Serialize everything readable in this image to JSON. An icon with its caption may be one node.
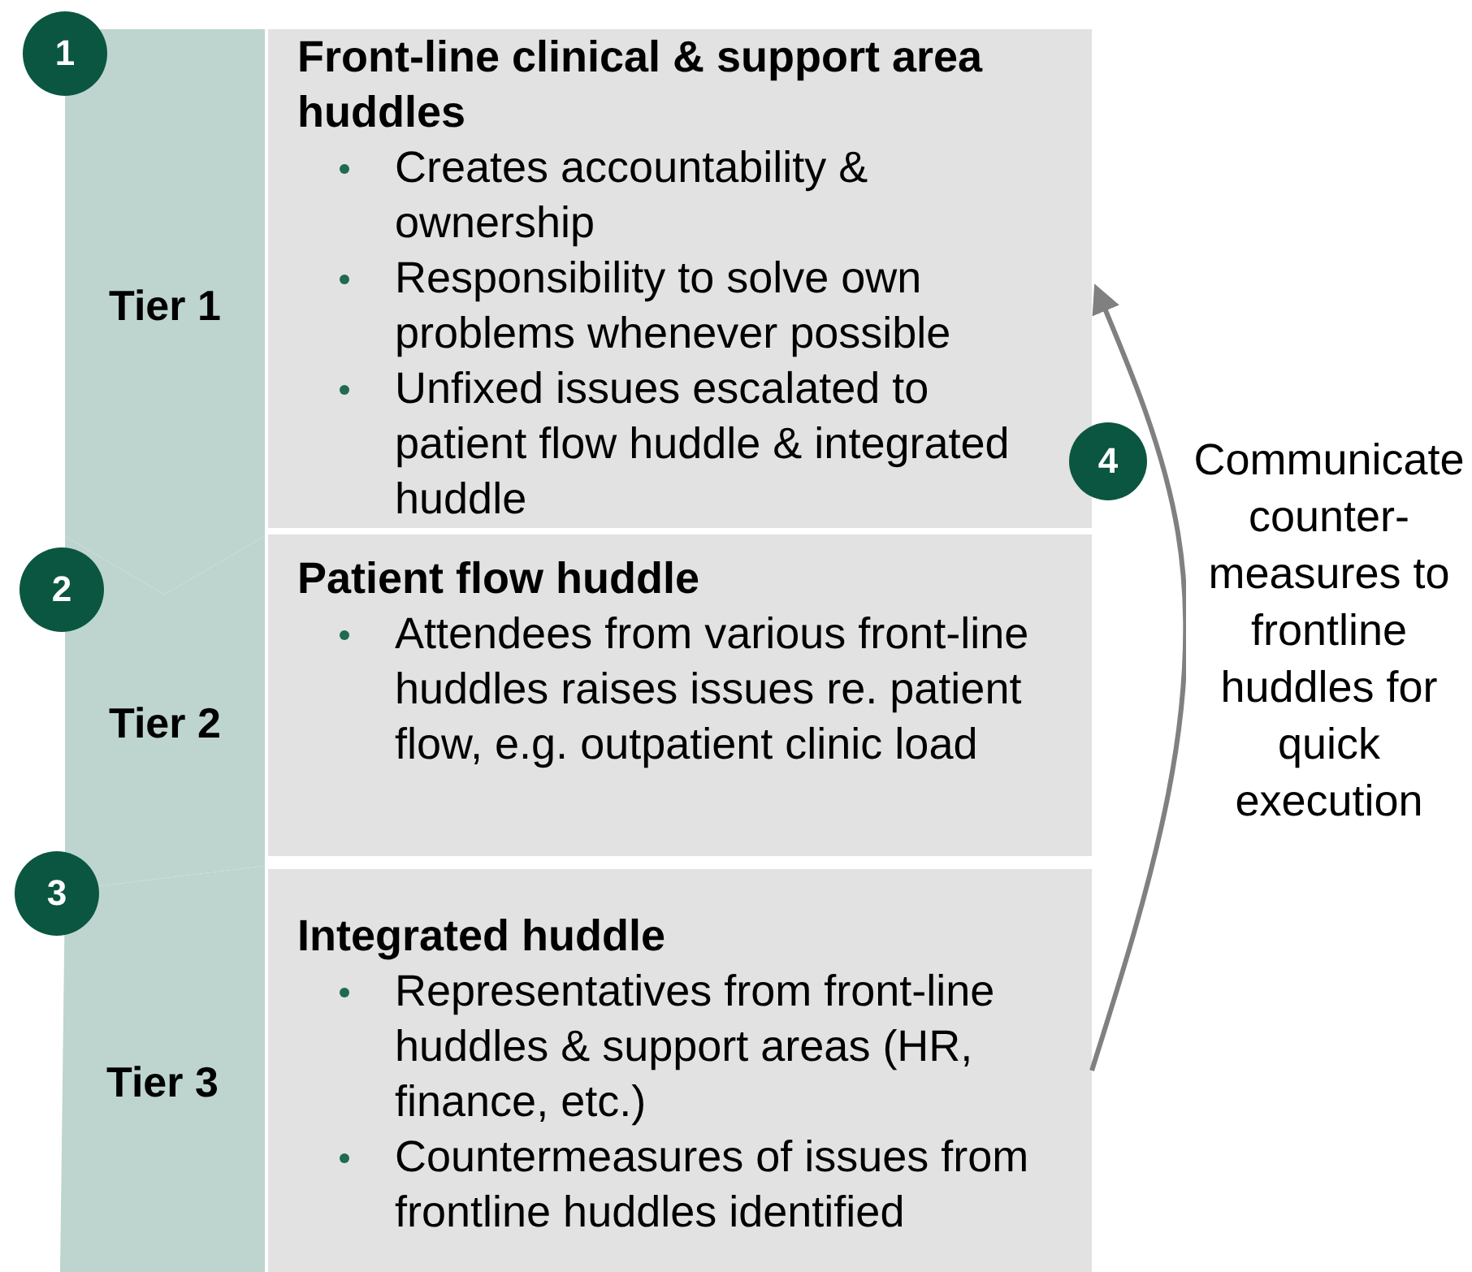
{
  "diagram": {
    "nodes": [
      {
        "text": [
          "Tier 1"
        ]
      },
      {
        "text": [
          "Tier 2"
        ]
      },
      {
        "text": [
          "Tier 3"
        ]
      },
      {
        "text": [
          "1"
        ]
      },
      {
        "text": [
          "2"
        ]
      },
      {
        "text": [
          "3"
        ]
      },
      {
        "text": [
          "Front-line clinical & support area huddles",
          "Creates accountability & ownership",
          "Responsibility to solve own problems whenever possible",
          "Unfixed issues escalated to patient flow huddle & integrated huddle"
        ]
      },
      {
        "text": [
          "Patient flow huddle",
          "Attendees from various front-line huddles raises issues re. patient flow, e.g. outpatient clinic load"
        ]
      },
      {
        "text": [
          "Integrated huddle",
          "Representatives from front-line huddles & support areas (HR, finance, etc.)",
          "Countermeasures of issues from frontline huddles identified"
        ]
      },
      {
        "text": [
          "4"
        ]
      }
    ],
    "edges": [
      {
        "from": 8,
        "to": 6,
        "arrow": "to",
        "label": "Communicate counter-measures to frontline huddles for quick execution"
      }
    ]
  }
}
